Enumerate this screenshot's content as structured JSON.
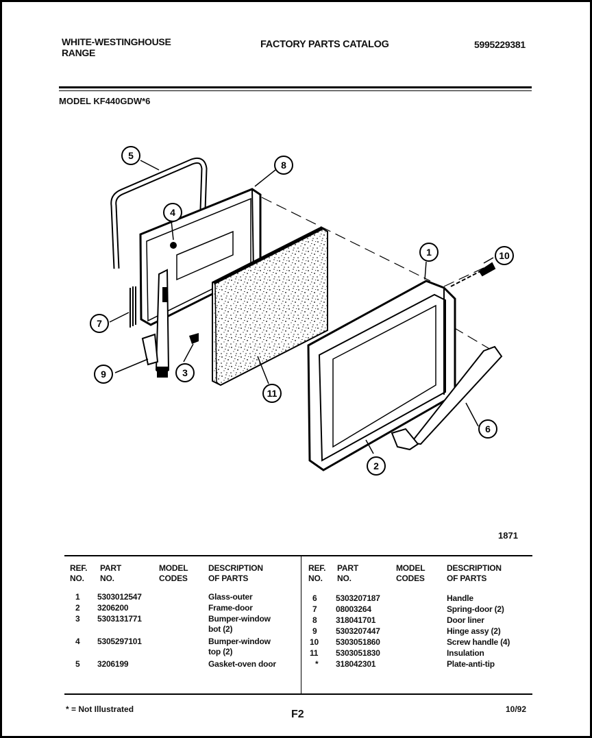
{
  "header": {
    "brand_line1": "WHITE-WESTINGHOUSE",
    "brand_line2": "RANGE",
    "catalog_title": "FACTORY PARTS CATALOG",
    "catalog_number": "5995229381"
  },
  "model": "MODEL KF440GDW*6",
  "figure_number": "1871",
  "callouts": [
    "5",
    "4",
    "8",
    "1",
    "10",
    "7",
    "3",
    "9",
    "11",
    "6",
    "2"
  ],
  "table": {
    "headers_left": {
      "ref": "REF.\nNO.",
      "part": "PART\nNO.",
      "codes": "MODEL\nCODES",
      "desc": "DESCRIPTION\nOF PARTS"
    },
    "headers_right": {
      "ref": "REF.\nNO.",
      "part": "PART\nNO.",
      "codes": "MODEL\nCODES",
      "desc": "DESCRIPTION\nOF PARTS"
    },
    "left_rows": [
      {
        "ref": "1",
        "part": "5303012547",
        "desc": "Glass-outer"
      },
      {
        "ref": "2",
        "part": "3206200",
        "desc": "Frame-door"
      },
      {
        "ref": "3",
        "part": "5303131771",
        "desc": "Bumper-window\nbot (2)"
      },
      {
        "ref": "4",
        "part": "5305297101",
        "desc": "Bumper-window\ntop (2)"
      },
      {
        "ref": "5",
        "part": "3206199",
        "desc": "Gasket-oven door"
      }
    ],
    "right_rows": [
      {
        "ref": "6",
        "part": "5303207187",
        "desc": "Handle"
      },
      {
        "ref": "7",
        "part": "08003264",
        "desc": "Spring-door (2)"
      },
      {
        "ref": "8",
        "part": "318041701",
        "desc": "Door liner"
      },
      {
        "ref": "9",
        "part": "5303207447",
        "desc": "Hinge assy (2)"
      },
      {
        "ref": "10",
        "part": "5303051860",
        "desc": "Screw handle (4)"
      },
      {
        "ref": "11",
        "part": "5303051830",
        "desc": "Insulation"
      },
      {
        "ref": "*",
        "part": "318042301",
        "desc": "Plate-anti-tip"
      }
    ]
  },
  "footer": {
    "note": "* = Not Illustrated",
    "page": "F2",
    "date": "10/92"
  }
}
